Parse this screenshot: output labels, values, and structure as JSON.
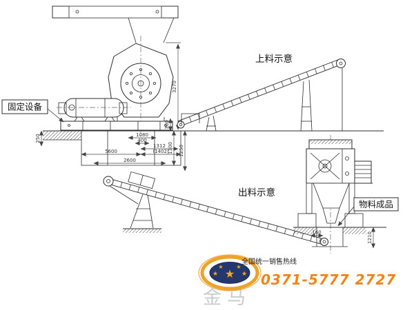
{
  "labels": {
    "fixed_equipment": "固定设备",
    "feed_diagram": "上料示意",
    "discharge_diagram": "出料示意",
    "finished_material": "物料成品"
  },
  "dims": {
    "v3270": "3270",
    "v300": "300",
    "v250": "250",
    "h1080": "1080",
    "h400": "400",
    "h1312": "1312",
    "h1402": "(1402)",
    "h5600": "5600",
    "h2600": "2600",
    "v1300": "1300",
    "v1250": "1250",
    "h160": "160",
    "v1210": "1210"
  },
  "watermark": {
    "hotline": "全国统一销售热线",
    "phone": "0371-5777 2727",
    "brand": "金马",
    "star": "★",
    "orange": "#ee9d1f",
    "navy": "#25386e",
    "phone_color": "#f08418"
  },
  "colors": {
    "line": "#2b2b2b",
    "dim_text": "#333333"
  }
}
